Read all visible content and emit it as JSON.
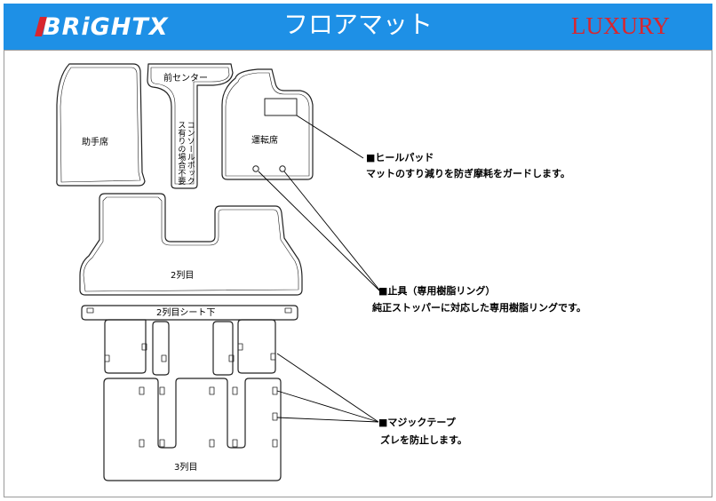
{
  "header": {
    "logo": "BRiGHTX",
    "title": "フロアマット",
    "badge": "LUXURY",
    "background_color": "#1e90e6",
    "badge_color": "#d8262e"
  },
  "mats": {
    "passenger": "助手席",
    "front_center": "前センター",
    "console_note": "コンソールボックス有りの場合不要",
    "driver": "運転席",
    "row2": "2列目",
    "row2_under_seat": "2列目シート下",
    "row3": "3列目"
  },
  "callouts": {
    "heel_pad": {
      "title": "■ヒールパッド",
      "description": "マットのすり減りを防ぎ摩耗をガードします。"
    },
    "fastener": {
      "title": "■止具（専用樹脂リング）",
      "description": "純正ストッパーに対応した専用樹脂リングです。"
    },
    "magic_tape": {
      "title": "■マジックテープ",
      "description": "ズレを防止します。"
    }
  }
}
